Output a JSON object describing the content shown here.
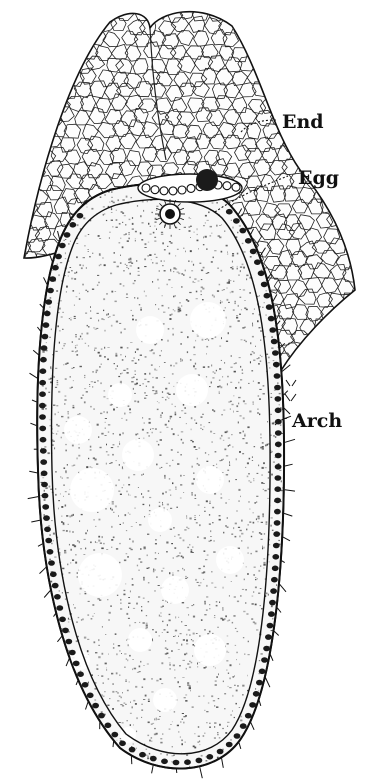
{
  "labels": {
    "end": "End",
    "egg": "Egg",
    "arch": "Arch"
  },
  "colors": {
    "ink": "#111111",
    "paper": "#ffffff",
    "stipple": "#3a3a3a"
  }
}
